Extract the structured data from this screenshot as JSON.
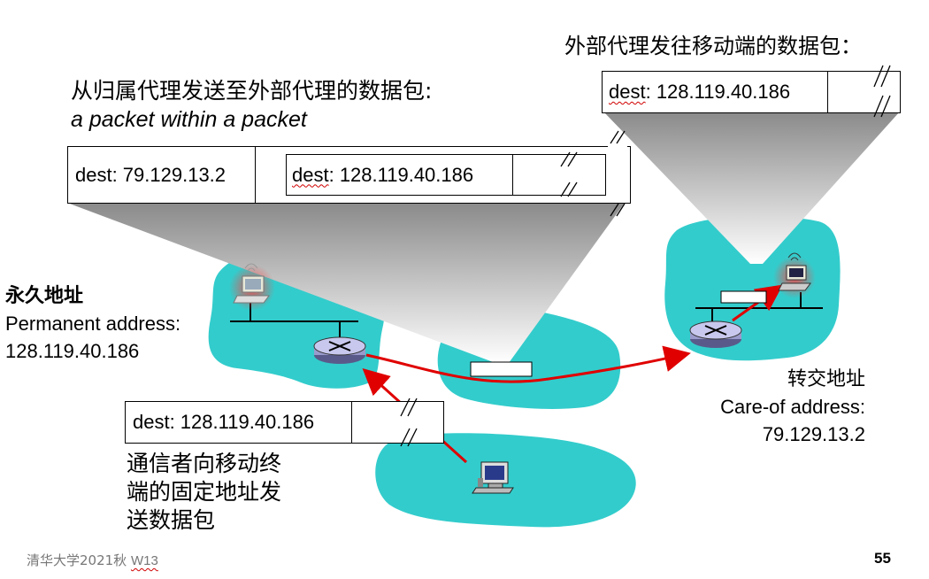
{
  "slide": {
    "title_line1": "从归属代理发送至外部代理的数据包:",
    "title_line2": "a packet within a packet",
    "right_caption": "外部代理发往移动端的数据包：",
    "footer_left_prefix": "清华大学2021秋 ",
    "footer_left_code": "W13",
    "page_number": "55"
  },
  "packets": {
    "outer": {
      "outer_dest_label": "dest: 79.129.13.2",
      "inner_dest_word": "dest",
      "inner_dest_addr": ": 128.119.40.186"
    },
    "foreign_to_mobile": {
      "dest_word": "dest",
      "dest_addr": ": 128.119.40.186"
    },
    "correspondent": {
      "dest_label": "dest: 128.119.40.186"
    }
  },
  "home": {
    "permanent_zh": "永久地址",
    "permanent_en": "Permanent address:",
    "permanent_ip": "128.119.40.186"
  },
  "foreign": {
    "careof_zh": "转交地址",
    "careof_en": "Care-of address:",
    "careof_ip": "79.129.13.2"
  },
  "correspondent_note": {
    "line1": "通信者向移动终",
    "line2": "端的固定地址发",
    "line3": "送数据包"
  },
  "colors": {
    "network_fill": "#33cccc",
    "arrow": "#e00000",
    "funnel_dark": "#808080",
    "funnel_light": "#ffffff"
  }
}
